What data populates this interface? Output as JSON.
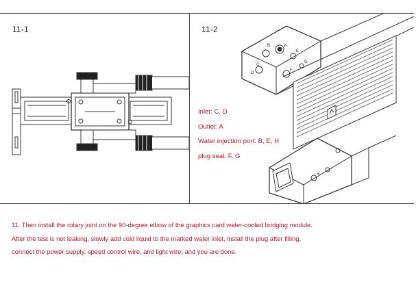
{
  "panels": {
    "left_label": "11-1",
    "right_label": "11-2"
  },
  "diagram_letters": [
    "A",
    "B",
    "C",
    "D",
    "E",
    "F",
    "G",
    "H"
  ],
  "legend": [
    "Inlet: C, D",
    "Outlet: A",
    "Water injection port: B, E, H",
    "plug seal: F, G"
  ],
  "instructions": [
    "11. Then install the rotary joint on the 90-degree elbow of the graphics card water-cooled bridging module.",
    "After the test is not leaking, slowly add cold liquid to the marked water inlet, install the plug after filling,",
    "connect the power supply, speed control wire, and light wire, and you are done."
  ],
  "colors": {
    "text_red": "#c0162b",
    "line_dark": "#4a4a4a"
  }
}
